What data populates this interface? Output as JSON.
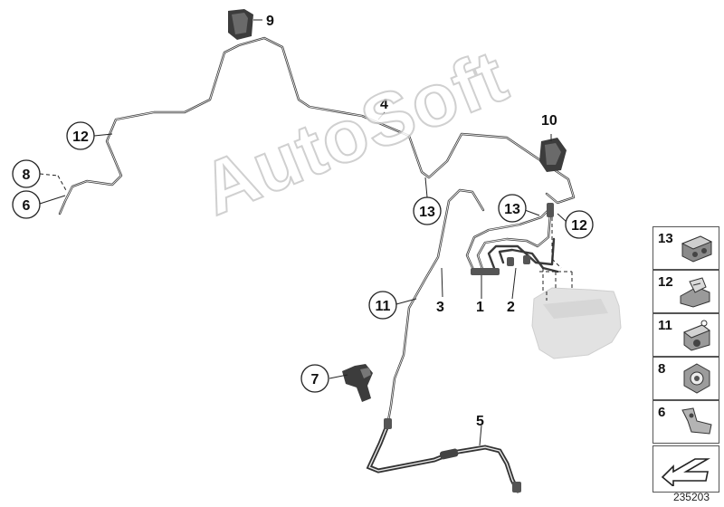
{
  "callouts": {
    "c1": "1",
    "c2": "2",
    "c3": "3",
    "c4": "4",
    "c5": "5",
    "c6": "6",
    "c7": "7",
    "c8": "8",
    "c9": "9",
    "c10": "10",
    "c11": "11",
    "c12a": "12",
    "c12b": "12",
    "c13a": "13",
    "c13b": "13"
  },
  "legend": {
    "items": [
      {
        "label": "13",
        "icon": "clip-13-icon"
      },
      {
        "label": "12",
        "icon": "clip-12-icon"
      },
      {
        "label": "11",
        "icon": "clip-11-icon"
      },
      {
        "label": "8",
        "icon": "nut-8-icon"
      },
      {
        "label": "6",
        "icon": "clamp-6-icon"
      }
    ],
    "arrow_icon": "arrow-icon"
  },
  "watermark": "AutoSoft",
  "diagram_id": "235203",
  "colors": {
    "line": "#3a3a3a",
    "ghost_unit": "#e2e2e2",
    "tile_border": "#555555"
  }
}
